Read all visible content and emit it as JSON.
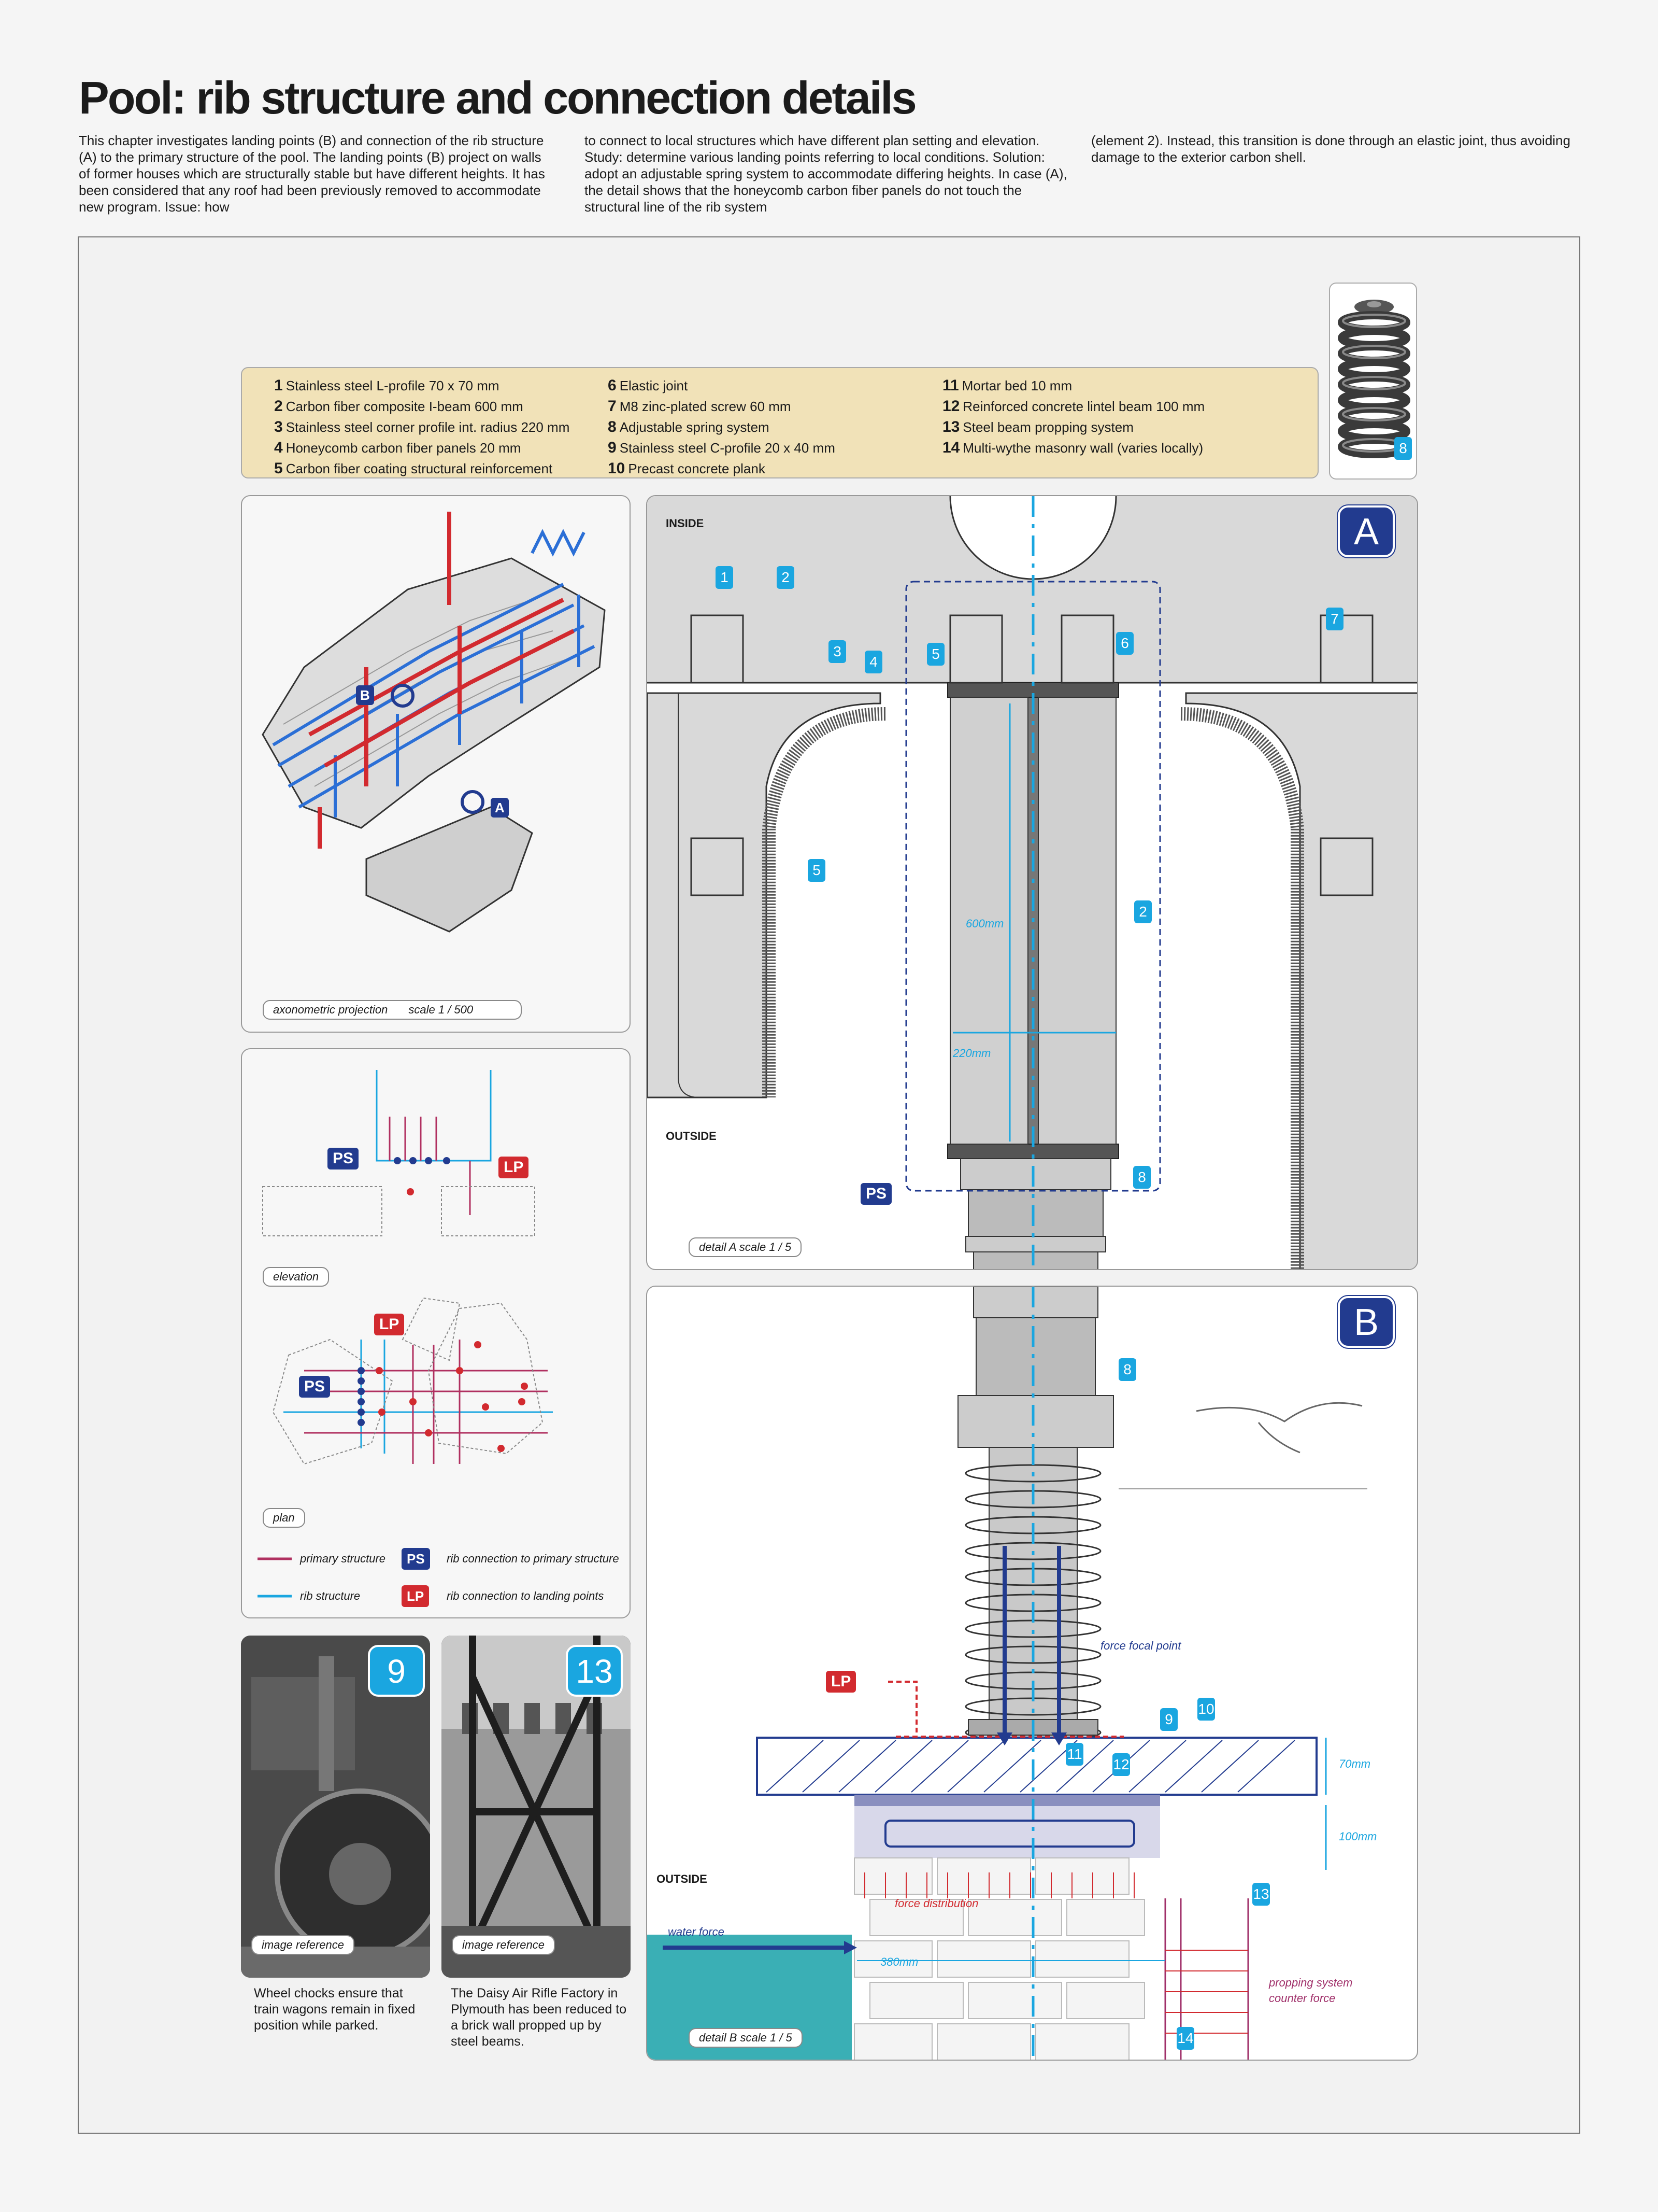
{
  "title": "Pool: rib structure and connection details",
  "intro": [
    "This chapter investigates landing points (B) and connection of the rib structure (A) to the primary structure of the pool. The landing points (B) project on walls of former houses which are structurally stable but have different heights. It has been considered that any roof had been previously removed to accommodate new program. Issue: how",
    "to connect to local structures which have different plan setting and elevation. Study: determine various landing points referring to local conditions. Solution: adopt an adjustable spring system to accommodate differing heights. In case (A), the detail shows that the honeycomb carbon fiber panels do not touch the structural line of the rib system",
    "(element 2). Instead, this transition is done through an elastic joint, thus avoiding damage to the exterior carbon shell."
  ],
  "legend": [
    {
      "num": "1",
      "text": "Stainless steel L-profile 70 x 70 mm"
    },
    {
      "num": "2",
      "text": "Carbon fiber composite I-beam 600 mm"
    },
    {
      "num": "3",
      "text": "Stainless steel corner profile int. radius 220 mm"
    },
    {
      "num": "4",
      "text": "Honeycomb carbon fiber panels 20 mm"
    },
    {
      "num": "5",
      "text": "Carbon fiber coating structural reinforcement"
    },
    {
      "num": "6",
      "text": "Elastic joint"
    },
    {
      "num": "7",
      "text": "M8 zinc-plated screw 60 mm"
    },
    {
      "num": "8",
      "text": "Adjustable spring system"
    },
    {
      "num": "9",
      "text": "Stainless steel C-profile 20 x 40 mm"
    },
    {
      "num": "10",
      "text": "Precast concrete plank"
    },
    {
      "num": "11",
      "text": "Mortar bed 10 mm"
    },
    {
      "num": "12",
      "text": "Reinforced concrete lintel beam 100 mm"
    },
    {
      "num": "13",
      "text": "Steel beam propping system"
    },
    {
      "num": "14",
      "text": "Multi-wythe masonry wall (varies locally)"
    }
  ],
  "spring_badge": "8",
  "axo": {
    "caption": "axonometric projection",
    "scale": "scale 1 / 500",
    "label_a": "A",
    "label_b": "B"
  },
  "diagram": {
    "elevation_caption": "elevation",
    "plan_caption": "plan",
    "ps": "PS",
    "lp": "LP",
    "key": [
      {
        "label": "primary structure"
      },
      {
        "label": "rib structure"
      },
      {
        "label": "rib connection to primary structure"
      },
      {
        "label": "rib connection to landing points"
      }
    ]
  },
  "photos": [
    {
      "badge": "9",
      "caption": "image reference",
      "text": "Wheel chocks ensure that train wagons remain in fixed position while parked."
    },
    {
      "badge": "13",
      "caption": "image reference",
      "text": "The Daisy Air Rifle Factory in Plymouth has been reduced to a brick wall propped up by steel beams."
    }
  ],
  "detailA": {
    "tag": "A",
    "inside": "INSIDE",
    "outside": "OUTSIDE",
    "dim_600": "600mm",
    "dim_220": "220mm",
    "ps": "PS",
    "caption": "detail A scale 1 / 5",
    "badges": [
      "1",
      "2",
      "3",
      "4",
      "5",
      "6",
      "7",
      "5",
      "2",
      "8"
    ]
  },
  "detailB": {
    "tag": "B",
    "outside": "OUTSIDE",
    "force_focal": "force focal point",
    "force_distribution": "force distribution",
    "water_force": "water force",
    "dim_380": "380mm",
    "dim_70": "70mm",
    "dim_100": "100mm",
    "propping_1": "propping system",
    "propping_2": "counter force",
    "lp": "LP",
    "caption": "detail B scale 1 / 5",
    "badges": [
      "8",
      "9",
      "10",
      "11",
      "12",
      "13",
      "14"
    ]
  },
  "colors": {
    "navy": "#223b8f",
    "red": "#d22a2f",
    "cyan": "#1aa6e0",
    "legend_bg": "#f1e2b8"
  }
}
